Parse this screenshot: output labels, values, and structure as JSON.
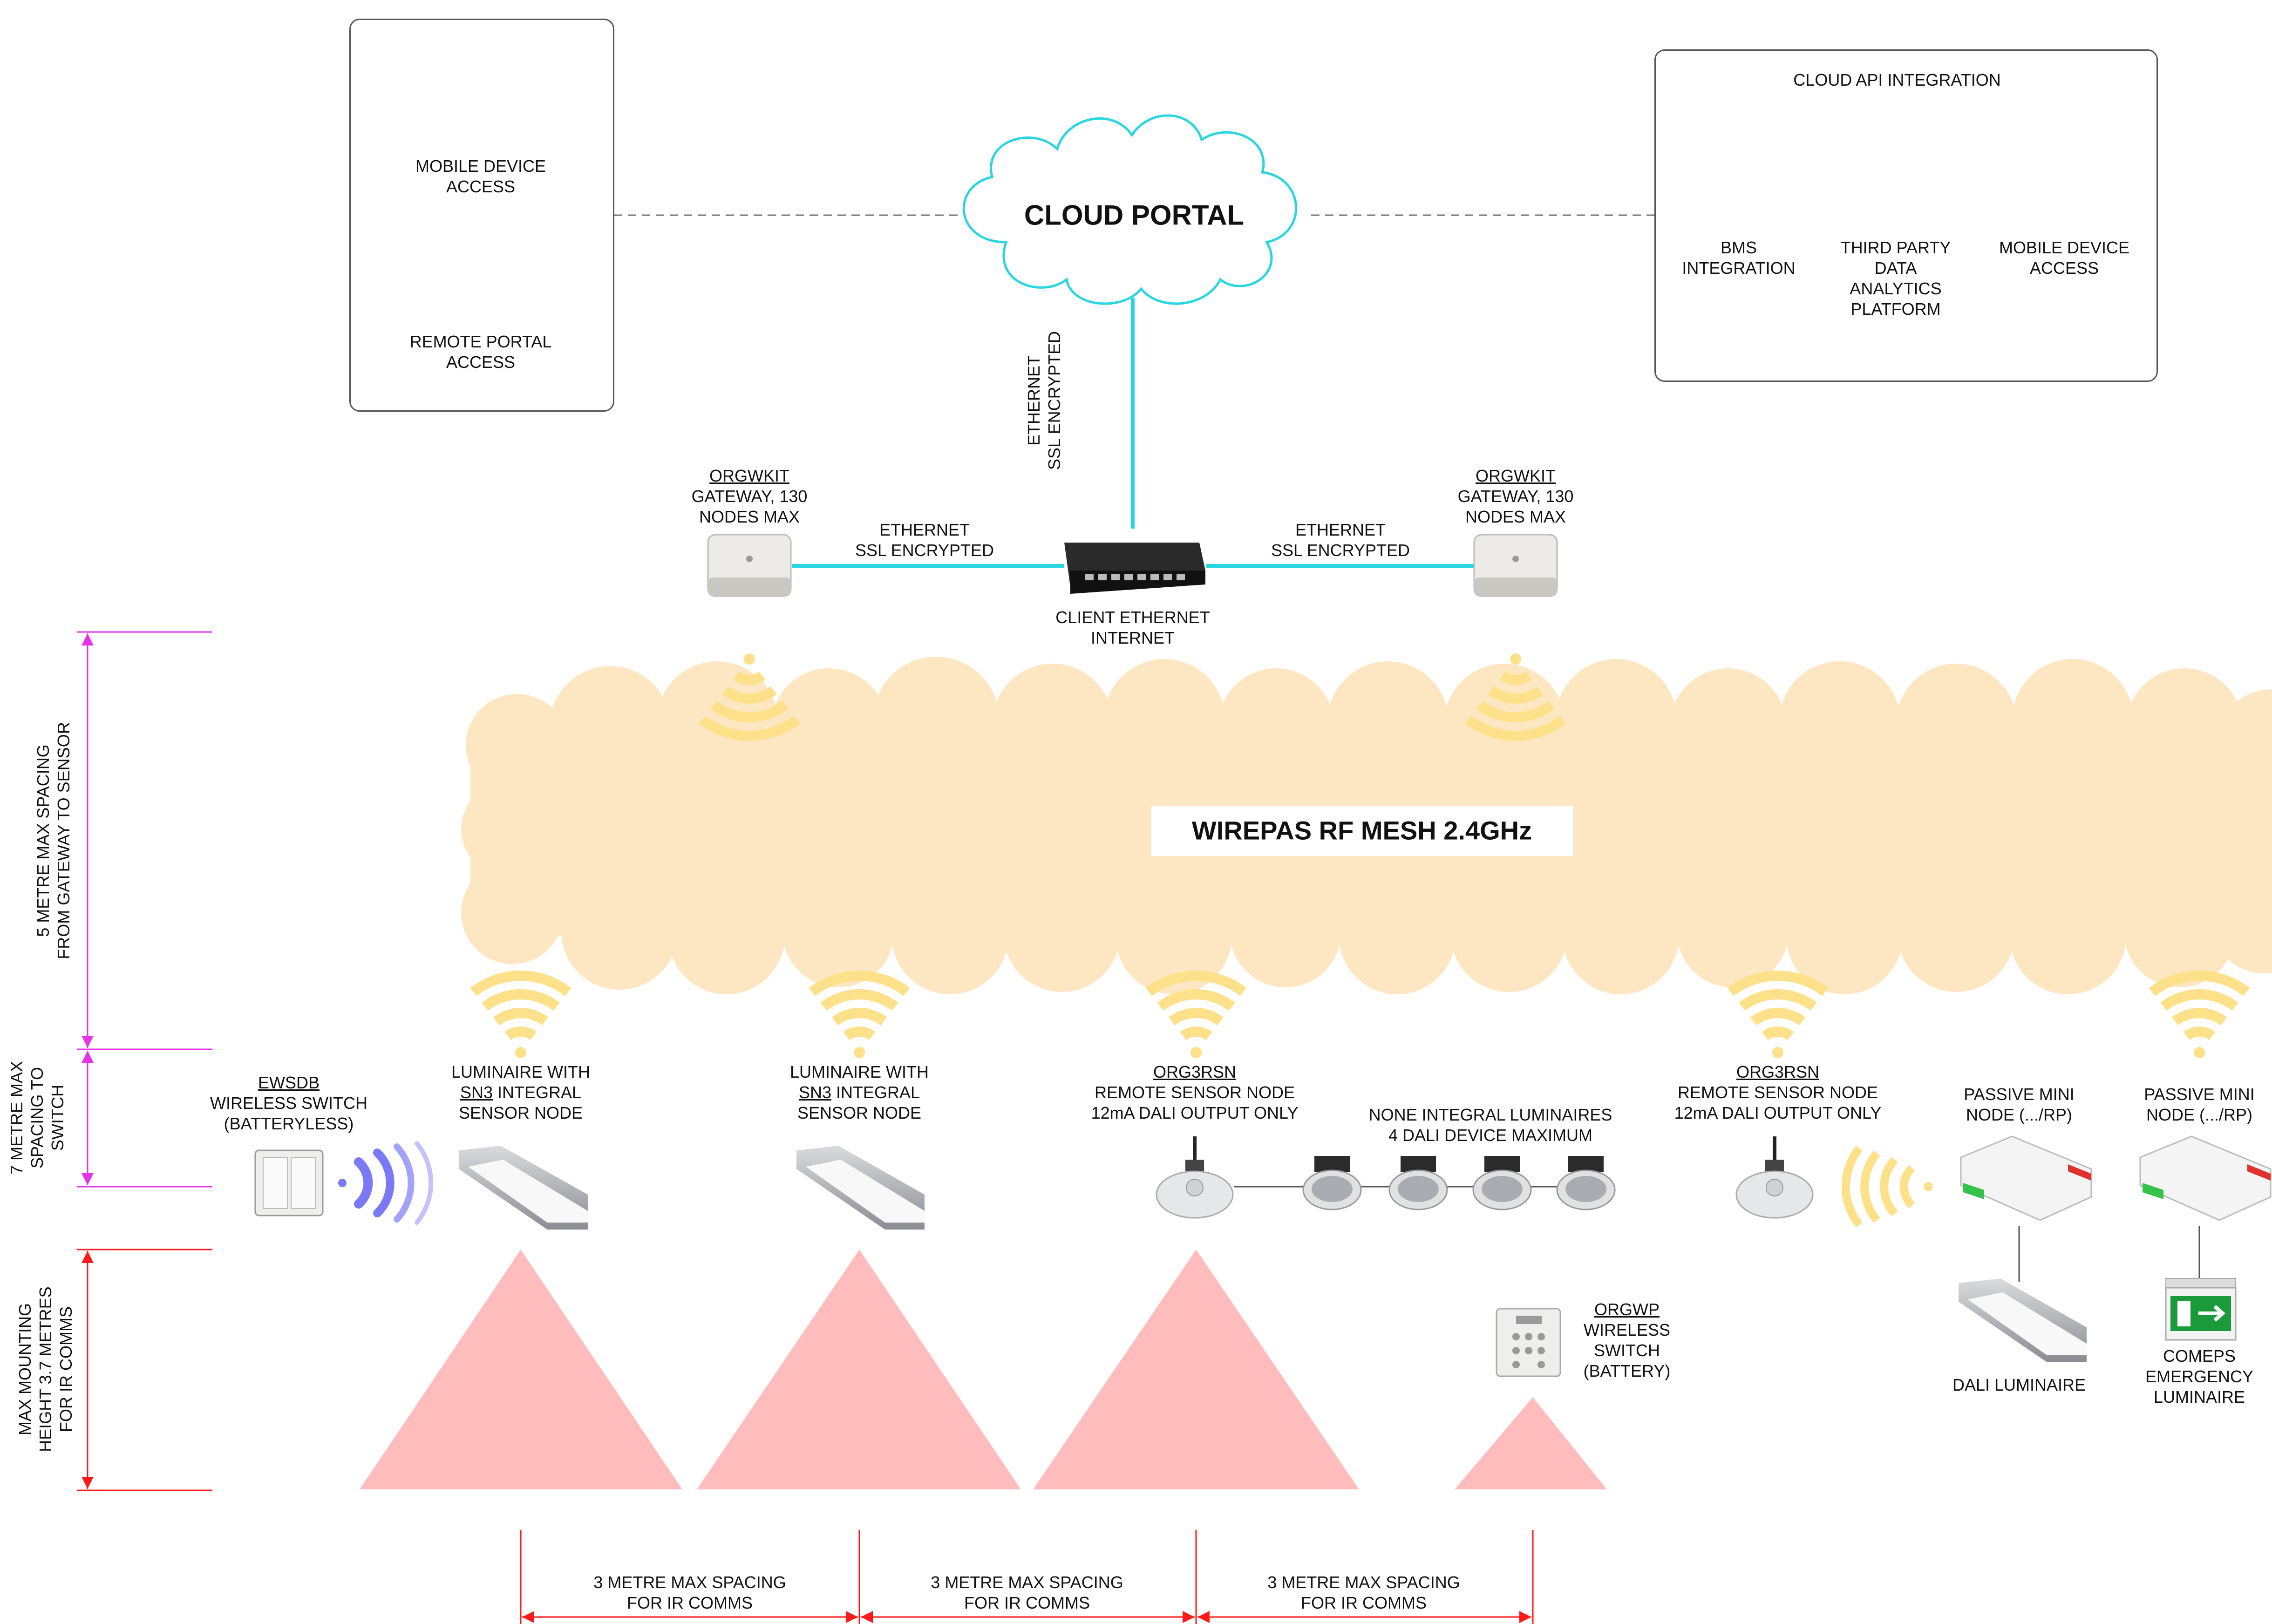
{
  "colors": {
    "cyan": "#27d6e0",
    "mesh": "#fde7c2",
    "wifi": "#fde08a",
    "pink_triangle": "#ffbcbc",
    "magenta": "#e633e6",
    "red": "#ff1a1a",
    "blue_wave": "#7a7af5"
  },
  "cloud_portal": {
    "title": "CLOUD PORTAL"
  },
  "mesh": {
    "title": "WIREPAS RF MESH 2.4GHz"
  },
  "left_box": {
    "mobile": [
      "MOBILE DEVICE",
      "ACCESS"
    ],
    "remote": [
      "REMOTE PORTAL",
      "ACCESS"
    ]
  },
  "right_box": {
    "title": "CLOUD API INTEGRATION",
    "bms": [
      "BMS",
      "INTEGRATION"
    ],
    "analytics": [
      "THIRD PARTY",
      "DATA",
      "ANALYTICS",
      "PLATFORM"
    ],
    "mobile": [
      "MOBILE DEVICE",
      "ACCESS"
    ]
  },
  "uplink": {
    "lines": [
      "ETHERNET",
      "SSL ENCRYPTED"
    ]
  },
  "left_link": {
    "lines": [
      "ETHERNET",
      "SSL ENCRYPTED"
    ]
  },
  "right_link": {
    "lines": [
      "ETHERNET",
      "SSL ENCRYPTED"
    ]
  },
  "switch": {
    "lines": [
      "CLIENT ETHERNET",
      "INTERNET"
    ]
  },
  "gateway_left": {
    "code": "ORGWKIT",
    "lines": [
      "GATEWAY, 130",
      "NODES MAX"
    ]
  },
  "gateway_right": {
    "code": "ORGWKIT",
    "lines": [
      "GATEWAY, 130",
      "NODES MAX"
    ]
  },
  "ewsdb": {
    "code": "EWSDB",
    "lines": [
      "WIRELESS SWITCH",
      "(BATTERYLESS)"
    ]
  },
  "lum1": {
    "line1": "LUMINAIRE WITH",
    "code": "SN3",
    "line2_rest": " INTEGRAL",
    "line3": "SENSOR NODE"
  },
  "lum2": {
    "line1": "LUMINAIRE WITH",
    "code": "SN3",
    "line2_rest": " INTEGRAL",
    "line3": "SENSOR NODE"
  },
  "rsn1": {
    "code": "ORG3RSN",
    "lines": [
      "REMOTE SENSOR NODE",
      "12mA DALI OUTPUT ONLY"
    ]
  },
  "rsn2": {
    "code": "ORG3RSN",
    "lines": [
      "REMOTE SENSOR NODE",
      "12mA DALI OUTPUT ONLY"
    ]
  },
  "none_integral": {
    "lines": [
      "NONE INTEGRAL LUMINAIRES",
      "4 DALI DEVICE MAXIMUM"
    ]
  },
  "passive1": {
    "lines": [
      "PASSIVE MINI",
      "NODE  (.../RP)"
    ]
  },
  "passive2": {
    "lines": [
      "PASSIVE MINI",
      "NODE  (.../RP)"
    ]
  },
  "orgwp": {
    "code": "ORGWP",
    "lines": [
      "WIRELESS",
      "SWITCH",
      "(BATTERY)"
    ]
  },
  "dali_luminaire": {
    "label": "DALI LUMINAIRE"
  },
  "comeps": {
    "lines": [
      "COMEPS",
      "EMERGENCY",
      "LUMINAIRE"
    ]
  },
  "dim_gateway": {
    "lines": [
      "5 METRE MAX SPACING",
      "FROM GATEWAY TO SENSOR"
    ]
  },
  "dim_switch": {
    "lines": [
      "7 METRE MAX",
      "SPACING TO",
      "SWITCH"
    ]
  },
  "dim_height": {
    "lines": [
      "MAX MOUNTING",
      "HEIGHT 3.7 METRES",
      "FOR IR COMMS"
    ]
  },
  "spacing": [
    {
      "lines": [
        "3 METRE MAX SPACING",
        "FOR IR COMMS"
      ]
    },
    {
      "lines": [
        "3 METRE MAX SPACING",
        "FOR IR COMMS"
      ]
    },
    {
      "lines": [
        "3 METRE MAX SPACING",
        "FOR IR COMMS"
      ]
    }
  ]
}
